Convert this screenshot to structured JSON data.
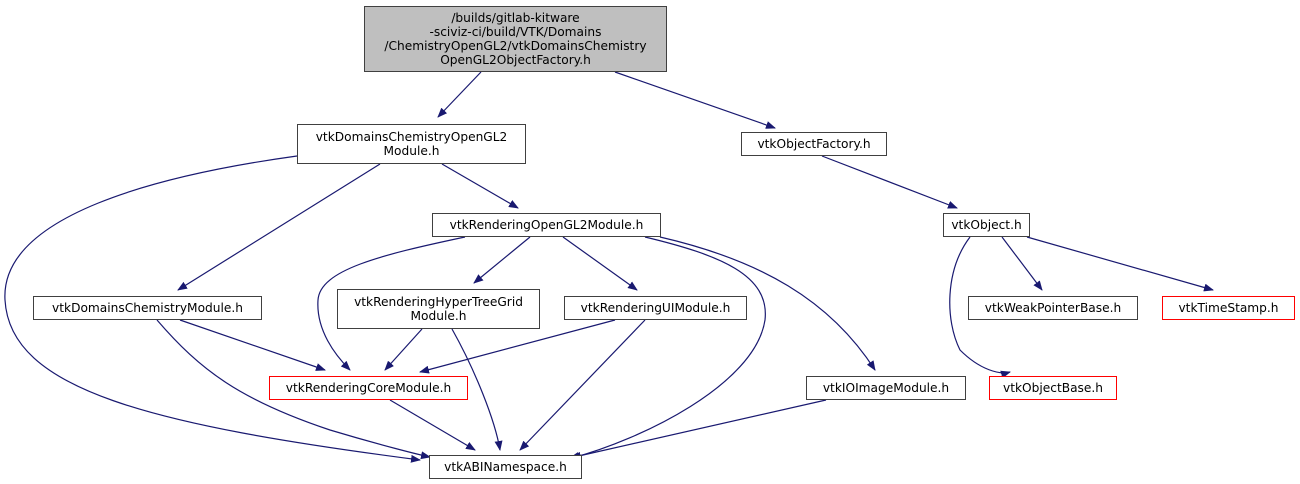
{
  "diagram": {
    "type": "include-dependency-graph",
    "edge_color": "#191970",
    "nodes": [
      {
        "id": "root",
        "label": "/builds/gitlab-kitware\n-sciviz-ci/build/VTK/Domains\n/ChemistryOpenGL2/vtkDomainsChemistry\nOpenGL2ObjectFactory.h",
        "style": "root"
      },
      {
        "id": "dcogl2",
        "label": "vtkDomainsChemistryOpenGL2\nModule.h",
        "style": "normal"
      },
      {
        "id": "objfactory",
        "label": "vtkObjectFactory.h",
        "style": "normal"
      },
      {
        "id": "rogl2",
        "label": "vtkRenderingOpenGL2Module.h",
        "style": "normal"
      },
      {
        "id": "object",
        "label": "vtkObject.h",
        "style": "normal"
      },
      {
        "id": "dchem",
        "label": "vtkDomainsChemistryModule.h",
        "style": "normal"
      },
      {
        "id": "rhtg",
        "label": "vtkRenderingHyperTreeGrid\nModule.h",
        "style": "normal"
      },
      {
        "id": "rui",
        "label": "vtkRenderingUIModule.h",
        "style": "normal"
      },
      {
        "id": "weakptr",
        "label": "vtkWeakPointerBase.h",
        "style": "normal"
      },
      {
        "id": "timestamp",
        "label": "vtkTimeStamp.h",
        "style": "external"
      },
      {
        "id": "rcore",
        "label": "vtkRenderingCoreModule.h",
        "style": "external"
      },
      {
        "id": "ioimage",
        "label": "vtkIOImageModule.h",
        "style": "normal"
      },
      {
        "id": "objbase",
        "label": "vtkObjectBase.h",
        "style": "external"
      },
      {
        "id": "abi",
        "label": "vtkABINamespace.h",
        "style": "normal"
      }
    ],
    "edges": [
      {
        "from": "root",
        "to": "dcogl2"
      },
      {
        "from": "root",
        "to": "objfactory"
      },
      {
        "from": "dcogl2",
        "to": "abi"
      },
      {
        "from": "dcogl2",
        "to": "dchem"
      },
      {
        "from": "dcogl2",
        "to": "rogl2"
      },
      {
        "from": "objfactory",
        "to": "object"
      },
      {
        "from": "rogl2",
        "to": "rcore"
      },
      {
        "from": "rogl2",
        "to": "rhtg"
      },
      {
        "from": "rogl2",
        "to": "rui"
      },
      {
        "from": "rogl2",
        "to": "abi"
      },
      {
        "from": "rogl2",
        "to": "ioimage"
      },
      {
        "from": "object",
        "to": "objbase"
      },
      {
        "from": "object",
        "to": "weakptr"
      },
      {
        "from": "object",
        "to": "timestamp"
      },
      {
        "from": "dchem",
        "to": "rcore"
      },
      {
        "from": "dchem",
        "to": "abi"
      },
      {
        "from": "rhtg",
        "to": "rcore"
      },
      {
        "from": "rhtg",
        "to": "abi"
      },
      {
        "from": "rui",
        "to": "rcore"
      },
      {
        "from": "rui",
        "to": "abi"
      },
      {
        "from": "weakptr",
        "to": "objbase"
      },
      {
        "from": "rcore",
        "to": "abi"
      },
      {
        "from": "ioimage",
        "to": "abi"
      }
    ]
  }
}
